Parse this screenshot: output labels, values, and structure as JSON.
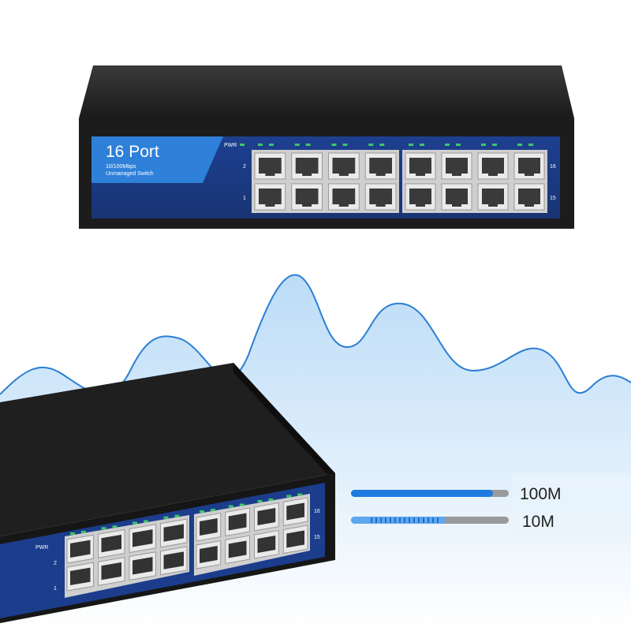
{
  "product": {
    "title": "16 Port",
    "speed": "10/100Mbps",
    "type": "Unmanaged Switch",
    "pwr_label": "PWR",
    "port_numbers": {
      "top_left": "2",
      "bottom_left": "1",
      "top_right": "16",
      "bottom_right": "15"
    }
  },
  "speed_legend": {
    "fast_label": "100M",
    "slow_label": "10M",
    "fast_fill": 0.9,
    "slow_fill": 0.6
  },
  "colors": {
    "panel_blue": "#1b3d8c",
    "badge_blue": "#2f7fd6",
    "led_green": "#3ec76a",
    "wave_stroke": "#2b7fd4",
    "wave_fill": "#cfe7fb",
    "bar_fast": "#1e7be0",
    "bar_track": "#9a9a9a"
  }
}
